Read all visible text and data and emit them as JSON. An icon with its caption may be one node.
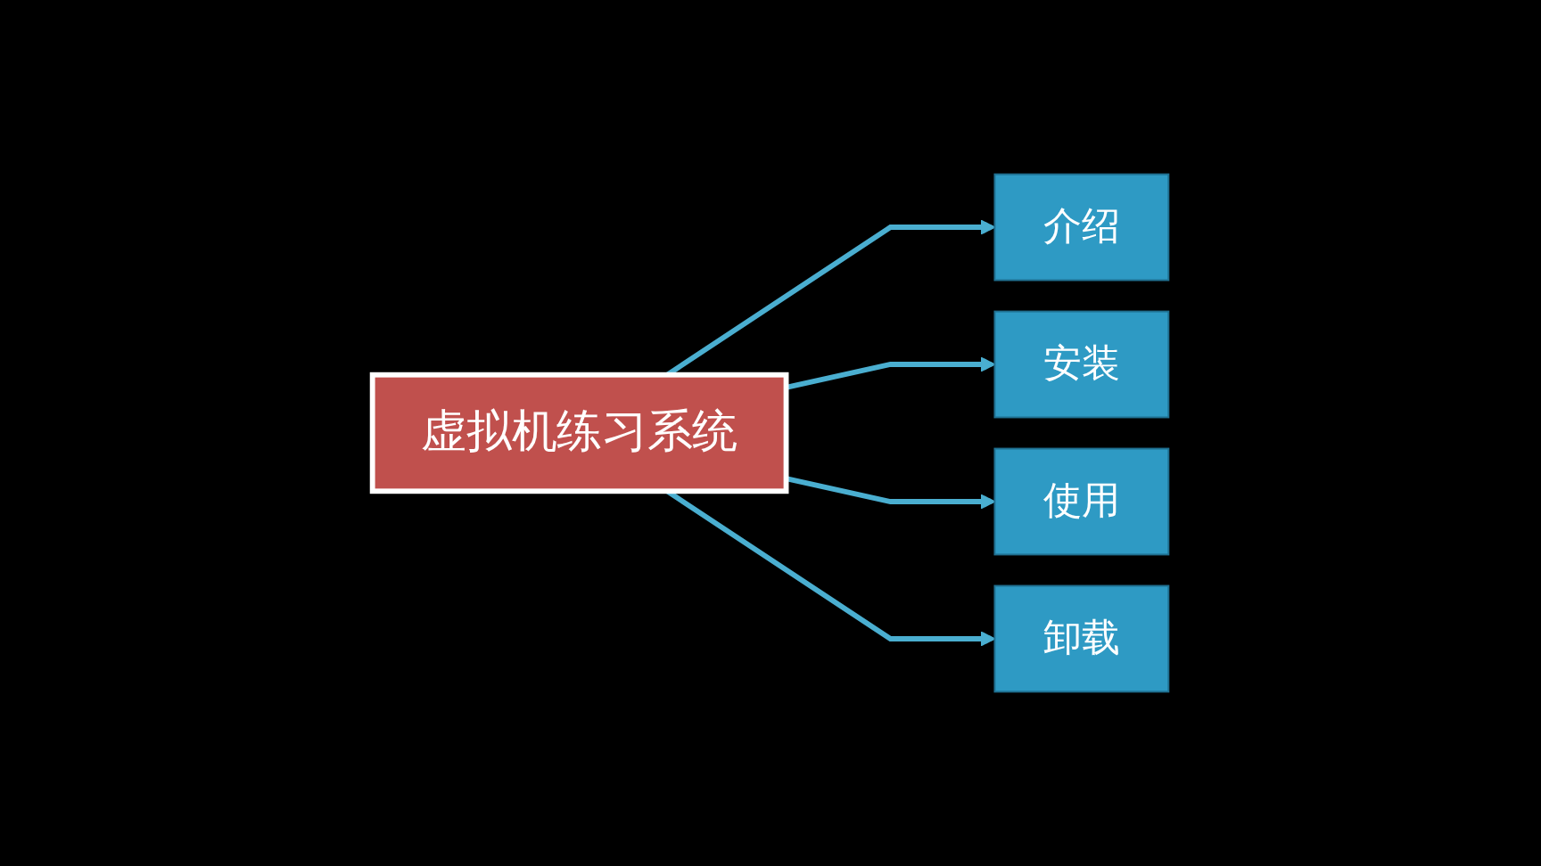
{
  "diagram": {
    "nodes": [
      {
        "text": [
          "虚拟机练习系统"
        ]
      },
      {
        "text": [
          "介绍"
        ]
      },
      {
        "text": [
          "安装"
        ]
      },
      {
        "text": [
          "使用"
        ]
      },
      {
        "text": [
          "卸载"
        ]
      }
    ],
    "edges": [
      {
        "from": 0,
        "to": 1,
        "arrow": "to"
      },
      {
        "from": 0,
        "to": 2,
        "arrow": "to"
      },
      {
        "from": 0,
        "to": 3,
        "arrow": "to"
      },
      {
        "from": 0,
        "to": 4,
        "arrow": "to"
      }
    ]
  }
}
